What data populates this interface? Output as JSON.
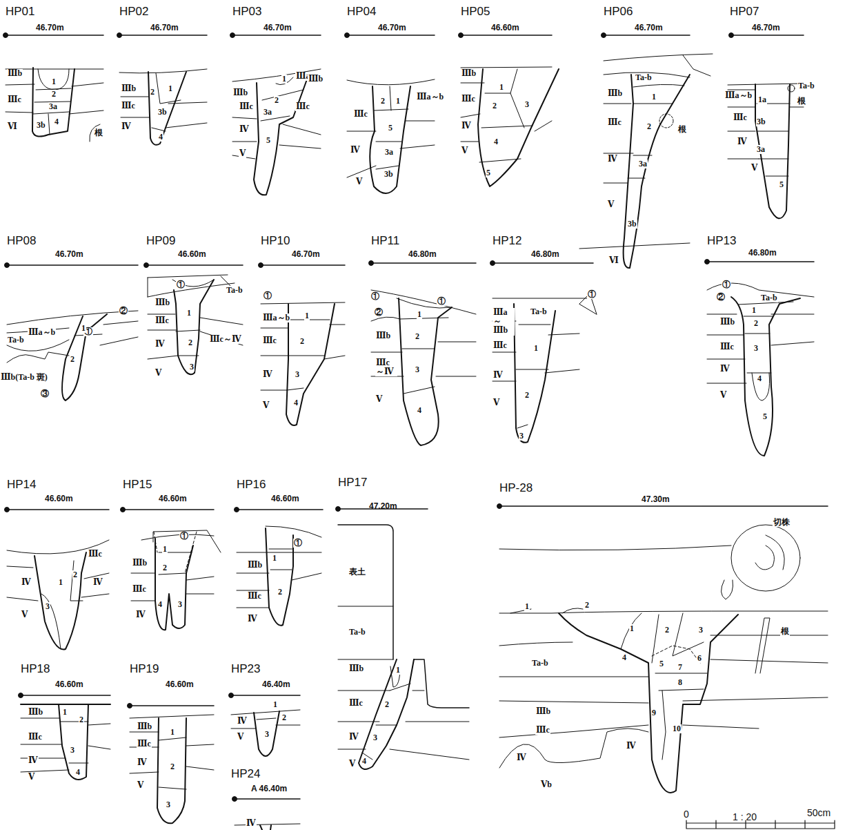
{
  "diagram": {
    "labels": [
      "HP01",
      "46.70m",
      "Ⅲb",
      "Ⅲc",
      "Ⅵ",
      "1",
      "2",
      "3a",
      "3b",
      "4",
      "根",
      "HP02",
      "46.70m",
      "Ⅲb",
      "Ⅲc",
      "Ⅳ",
      "1",
      "2",
      "3b",
      "4",
      "HP03",
      "46.70m",
      "Ⅲa",
      "1",
      "Ⅲb",
      "Ⅲb",
      "2",
      "Ⅲc",
      "3a",
      "Ⅲc",
      "Ⅳ",
      "5",
      "Ⅴ",
      "HP04",
      "46.70m",
      "2",
      "1",
      "Ⅲa～b",
      "Ⅲc",
      "5",
      "Ⅳ",
      "3a",
      "3b",
      "Ⅴ",
      "HP05",
      "46.60m",
      "Ⅲb",
      "Ⅲc",
      "1",
      "2",
      "3",
      "Ⅳ",
      "4",
      "Ⅴ",
      "5",
      "HP06",
      "46.70m",
      "Ta-b",
      "Ⅲb",
      "1",
      "Ⅲc",
      "2",
      "根",
      "Ⅳ",
      "3a",
      "Ⅴ",
      "3b",
      "Ⅵ",
      "HP07",
      "46.70m",
      "Ta-b",
      "Ⅲa～b",
      "1a",
      "根",
      "Ⅲc",
      "3b",
      "Ⅳ",
      "3a",
      "Ⅴ",
      "5",
      "HP08",
      "46.70m",
      "①",
      "②",
      "Ta-b",
      "Ⅲa～b",
      "1",
      "2",
      "Ⅲb(Ta-b 斑)",
      "③",
      "HP09",
      "46.60m",
      "①",
      "Ta-b",
      "Ⅲb",
      "1",
      "Ⅲc",
      "Ⅲc～Ⅳ",
      "Ⅳ",
      "2",
      "Ⅴ",
      "3",
      "HP10",
      "46.70m",
      "①",
      "1",
      "Ⅲa～b",
      "Ⅲc",
      "2",
      "Ⅳ",
      "3",
      "Ⅴ",
      "4",
      "HP11",
      "46.80m",
      "①",
      "①",
      "②",
      "1",
      "Ⅲb",
      "2",
      "Ⅲc ～Ⅳ",
      "3",
      "Ⅴ",
      "4",
      "HP12",
      "46.80m",
      "①",
      "Ta-b",
      "Ⅲa ～Ⅲb",
      "1",
      "Ⅲc",
      "Ⅳ",
      "2",
      "Ⅴ",
      "3",
      "HP13",
      "46.80m",
      "①",
      "②",
      "Ta-b",
      "1",
      "Ⅲb",
      "2",
      "Ⅲc",
      "3",
      "Ⅳ",
      "4",
      "Ⅴ",
      "5",
      "HP14",
      "46.60m",
      "Ⅲc",
      "Ⅳ",
      "1",
      "2",
      "Ⅳ",
      "Ⅴ",
      "3",
      "HP15",
      "46.60m",
      "①",
      "1",
      "Ⅲb",
      "2",
      "Ⅲc",
      "4",
      "3",
      "Ⅳ",
      "HP16",
      "46.60m",
      "①",
      "1",
      "Ⅲb",
      "2",
      "Ⅲc",
      "Ⅳ",
      "HP17",
      "47.20m",
      "表土",
      "Ta-b",
      "1",
      "Ⅲb",
      "Ⅲc",
      "2",
      "Ⅳ",
      "3",
      "Ⅴ",
      "4",
      "HP-28",
      "47.30m",
      "切株",
      "1",
      "2",
      "1",
      "2",
      "3",
      "根",
      "Ta-b",
      "4",
      "5",
      "7",
      "6",
      "8",
      "Ⅲb",
      "9",
      "Ⅲc",
      "10",
      "Ⅳ",
      "Ⅳ",
      "Ⅴb",
      "HP18",
      "46.60m",
      "Ⅲb",
      "1",
      "2",
      "Ⅲc",
      "3",
      "Ⅳ",
      "Ⅴ",
      "4",
      "HP19",
      "46.60m",
      "Ⅲb",
      "1",
      "Ⅲc",
      "Ⅳ",
      "2",
      "Ⅴ",
      "3",
      "HP23",
      "46.40m",
      "1",
      "2",
      "Ⅳ",
      "3",
      "Ⅴ",
      "HP24",
      "A 46.40m",
      "Ⅳ",
      "0",
      "1 : 20",
      "50cm"
    ]
  }
}
